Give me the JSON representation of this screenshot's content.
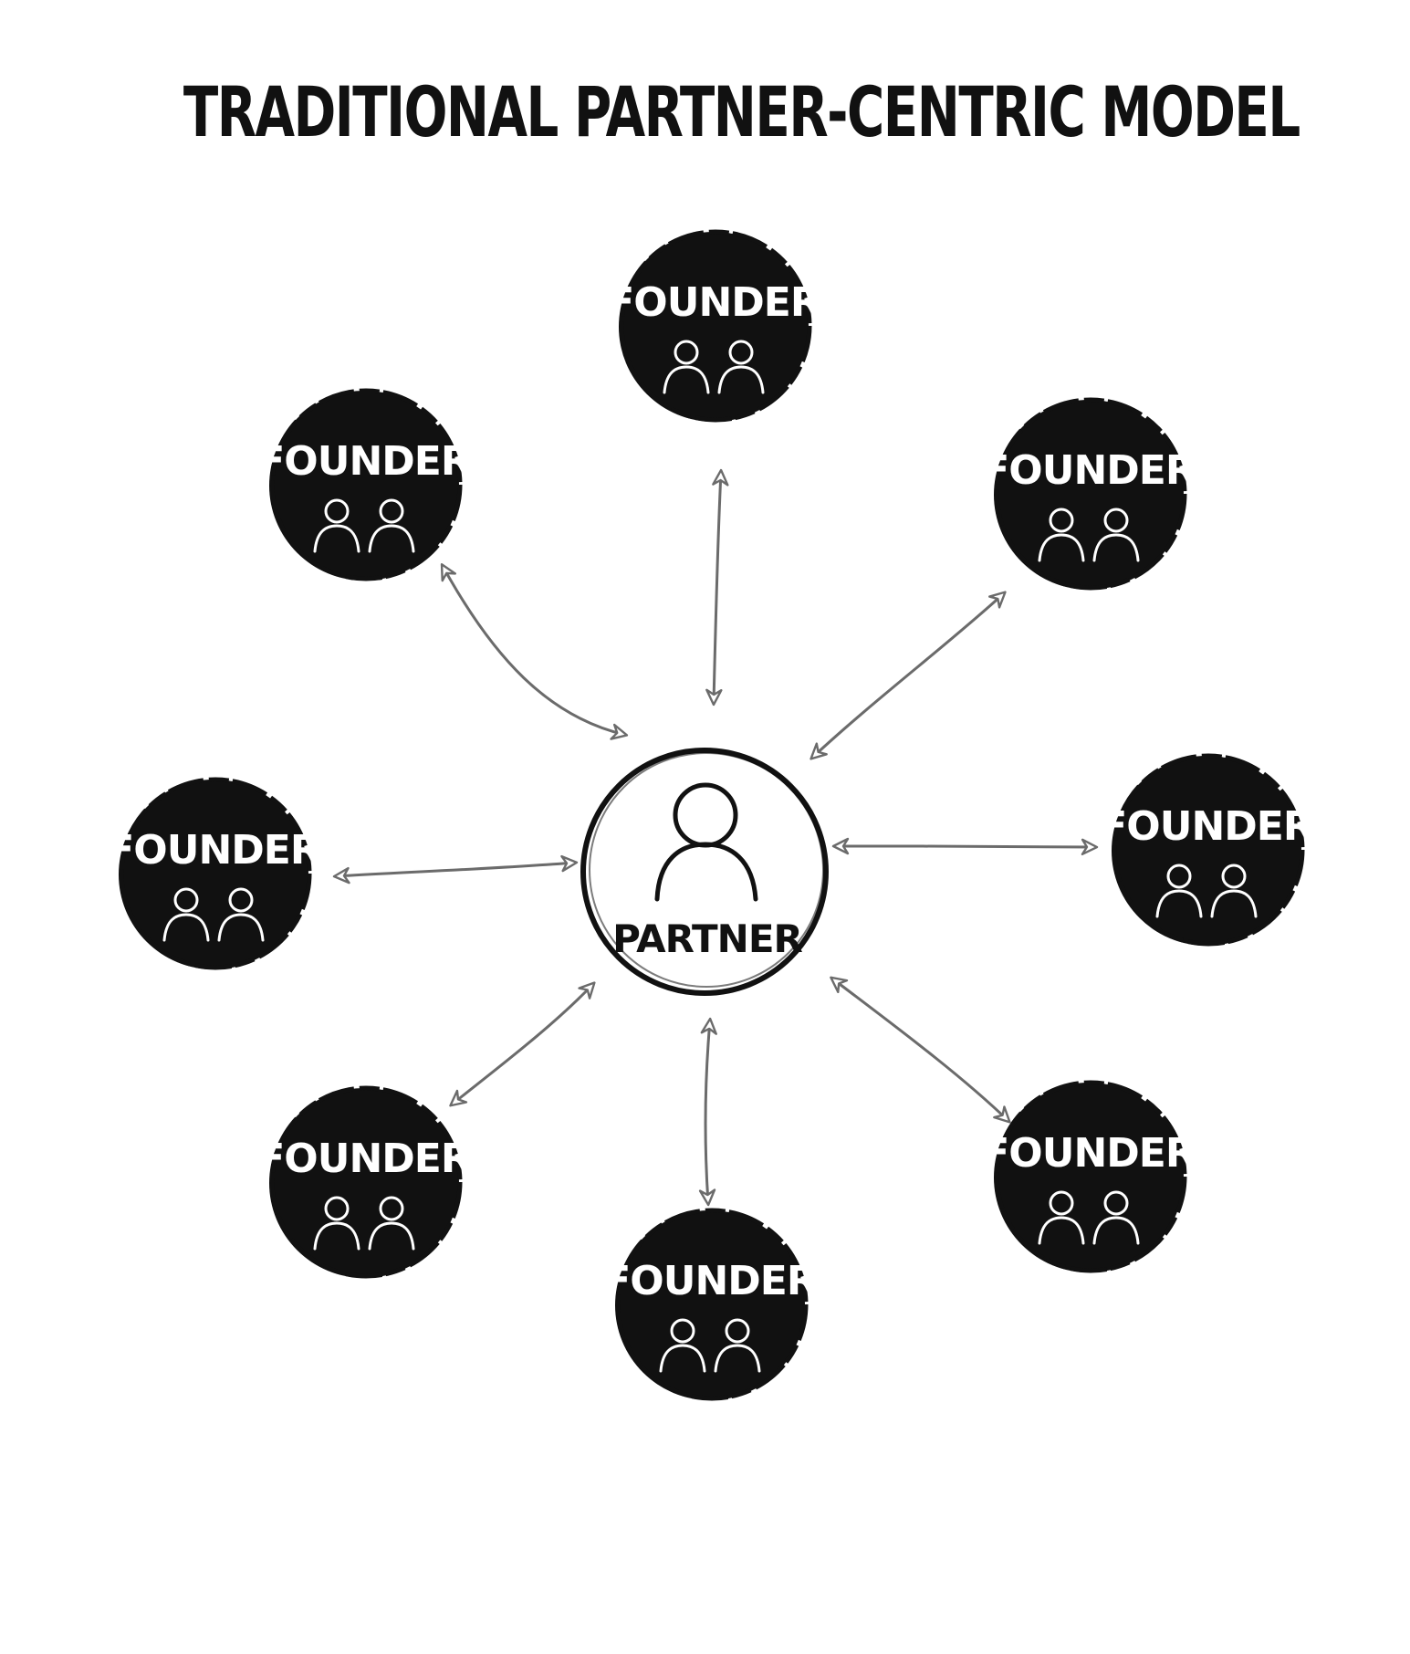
{
  "title": "TRADITIONAL PARTNER-CENTRIC MODEL",
  "center": {
    "label": "PARTNER",
    "icon": "person-icon"
  },
  "nodes": [
    {
      "label": "FOUNDER",
      "icon": "two-people-icon"
    },
    {
      "label": "FOUNDER",
      "icon": "two-people-icon"
    },
    {
      "label": "FOUNDER",
      "icon": "two-people-icon"
    },
    {
      "label": "FOUNDER",
      "icon": "two-people-icon"
    },
    {
      "label": "FOUNDER",
      "icon": "two-people-icon"
    },
    {
      "label": "FOUNDER",
      "icon": "two-people-icon"
    },
    {
      "label": "FOUNDER",
      "icon": "two-people-icon"
    },
    {
      "label": "FOUNDER",
      "icon": "two-people-icon"
    }
  ],
  "colors": {
    "node_fill": "#111111",
    "node_text": "#ffffff",
    "arrow": "#6b6b6b",
    "center_stroke": "#111111"
  }
}
